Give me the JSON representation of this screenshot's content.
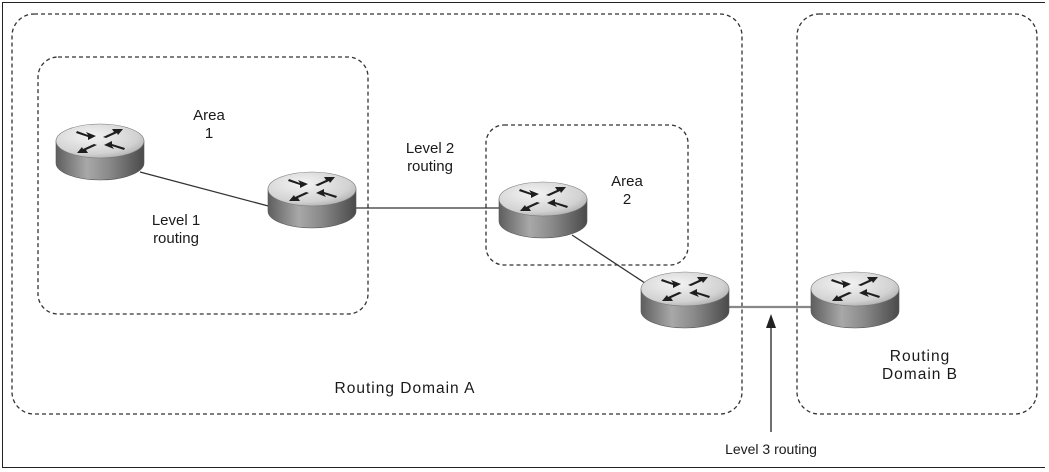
{
  "labels": {
    "area1": {
      "line1": "Area",
      "line2": "1"
    },
    "area2": {
      "line1": "Area",
      "line2": "2"
    },
    "level1": {
      "line1": "Level 1",
      "line2": "routing"
    },
    "level2": {
      "line1": "Level 2",
      "line2": "routing"
    },
    "level3": "Level 3 routing",
    "domain_a": "Routing Domain A",
    "domain_b": {
      "line1": "Routing",
      "line2": "Domain B"
    }
  },
  "colors": {
    "line": "#333333",
    "router_top": "#e6e6e6",
    "router_side": "#7f7f7f",
    "router_mark": "#222222"
  },
  "icons": [
    "router-icon"
  ]
}
